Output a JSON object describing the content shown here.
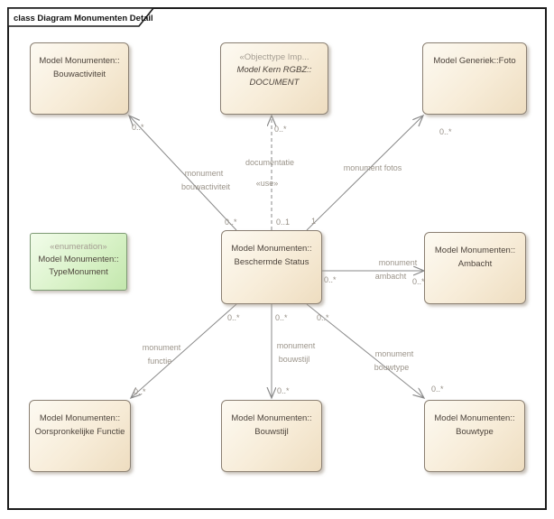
{
  "frame": {
    "title": "class Diagram Monumenten Detail"
  },
  "nodes": {
    "bouwactiviteit": {
      "name_line1": "Model Monumenten::",
      "name_line2": "Bouwactiviteit"
    },
    "document": {
      "stereotype": "«Objecttype Imp...",
      "name_line1": "Model Kern RGBZ::",
      "name_line2": "DOCUMENT"
    },
    "foto": {
      "name_line1": "Model Generiek::Foto"
    },
    "beschermde_status": {
      "name_line1": "Model Monumenten::",
      "name_line2": "Beschermde Status"
    },
    "type_monument": {
      "stereotype": "«enumeration»",
      "name_line1": "Model Monumenten::",
      "name_line2": "TypeMonument"
    },
    "ambacht": {
      "name_line1": "Model Monumenten::",
      "name_line2": "Ambacht"
    },
    "oorspronkelijke_functie": {
      "name_line1": "Model Monumenten::",
      "name_line2": "Oorspronkelijke Functie"
    },
    "bouwstijl": {
      "name_line1": "Model Monumenten::",
      "name_line2": "Bouwstijl"
    },
    "bouwtype": {
      "name_line1": "Model Monumenten::",
      "name_line2": "Bouwtype"
    }
  },
  "connectors": {
    "monument_bouwactiviteit": {
      "label_line1": "monument",
      "label_line2": "bouwactiviteit",
      "source_multiplicity": "0..*",
      "target_multiplicity": "0..*"
    },
    "documentatie": {
      "label_line1": "documentatie",
      "label_line2": "«use»",
      "source_multiplicity": "0..1",
      "target_multiplicity": "0..*"
    },
    "monument_fotos": {
      "label_line1": "monument fotos",
      "source_multiplicity": "1",
      "target_multiplicity": "0..*"
    },
    "monument_ambacht": {
      "label_line1": "monument",
      "label_line2": "ambacht",
      "source_multiplicity": "0..*",
      "target_multiplicity": "0..*"
    },
    "monument_functie": {
      "label_line1": "monument",
      "label_line2": "functie",
      "source_multiplicity": "0..*",
      "target_multiplicity": "0..*"
    },
    "monument_bouwstijl": {
      "label_line1": "monument",
      "label_line2": "bouwstijl",
      "source_multiplicity": "0..*",
      "target_multiplicity": "0..*"
    },
    "monument_bouwtype": {
      "label_line1": "monument",
      "label_line2": "bouwtype",
      "source_multiplicity": "0..*",
      "target_multiplicity": "0..*"
    }
  },
  "colors": {
    "class_fill": "#f2e3c9",
    "class_fill_light": "#fdfaf2",
    "class_border": "#8b8073",
    "enumeration_fill": "#c9e9b4",
    "enumeration_border": "#7d9a74",
    "connector_line": "#8a8a8a",
    "label_text": "#9b948a",
    "frame_border": "#1c1c1c"
  }
}
